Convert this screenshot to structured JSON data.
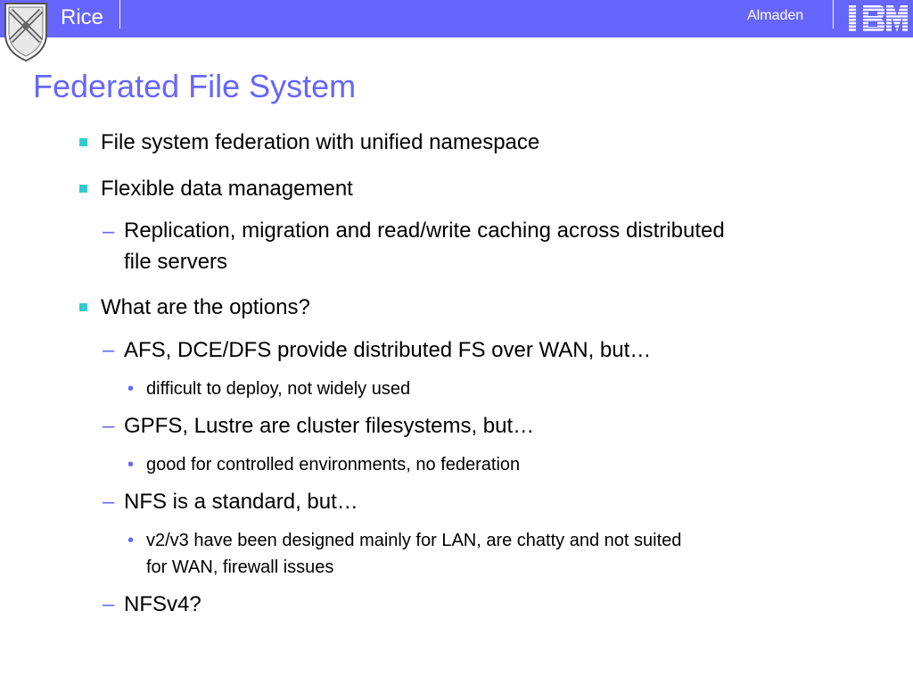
{
  "header": {
    "left_label": "Rice",
    "right_label": "Almaden",
    "logo_right_text": "IBM",
    "bar_color": "#6666ff",
    "logo_left_icon": "rice-university-shield-icon",
    "logo_right_icon": "ibm-logo-icon"
  },
  "slide": {
    "title": "Federated File System",
    "title_color": "#6666ff",
    "bullets": [
      {
        "level": 1,
        "text": "File system federation with unified namespace"
      },
      {
        "level": 1,
        "text": "Flexible data management"
      },
      {
        "level": 2,
        "text": "Replication, migration and read/write caching across distributed",
        "text2": "file servers"
      },
      {
        "level": 1,
        "text": "What are the options?"
      },
      {
        "level": 2,
        "text": "AFS, DCE/DFS provide distributed FS over WAN, but…"
      },
      {
        "level": 3,
        "text": "difficult to deploy, not widely used"
      },
      {
        "level": 2,
        "text": "GPFS, Lustre are cluster filesystems, but…"
      },
      {
        "level": 3,
        "text": "good for controlled environments, no federation"
      },
      {
        "level": 2,
        "text": "NFS is a standard, but…"
      },
      {
        "level": 3,
        "text": "v2/v3 have been designed mainly for LAN, are chatty and not suited",
        "text2": "for WAN, firewall issues"
      },
      {
        "level": 2,
        "text": "NFSv4?"
      }
    ],
    "markers": {
      "level1": "▪",
      "level2": "–",
      "level3": "•"
    },
    "marker_colors": {
      "level1": "#33cccc",
      "level2": "#6666ff",
      "level3": "#6666ff"
    }
  }
}
